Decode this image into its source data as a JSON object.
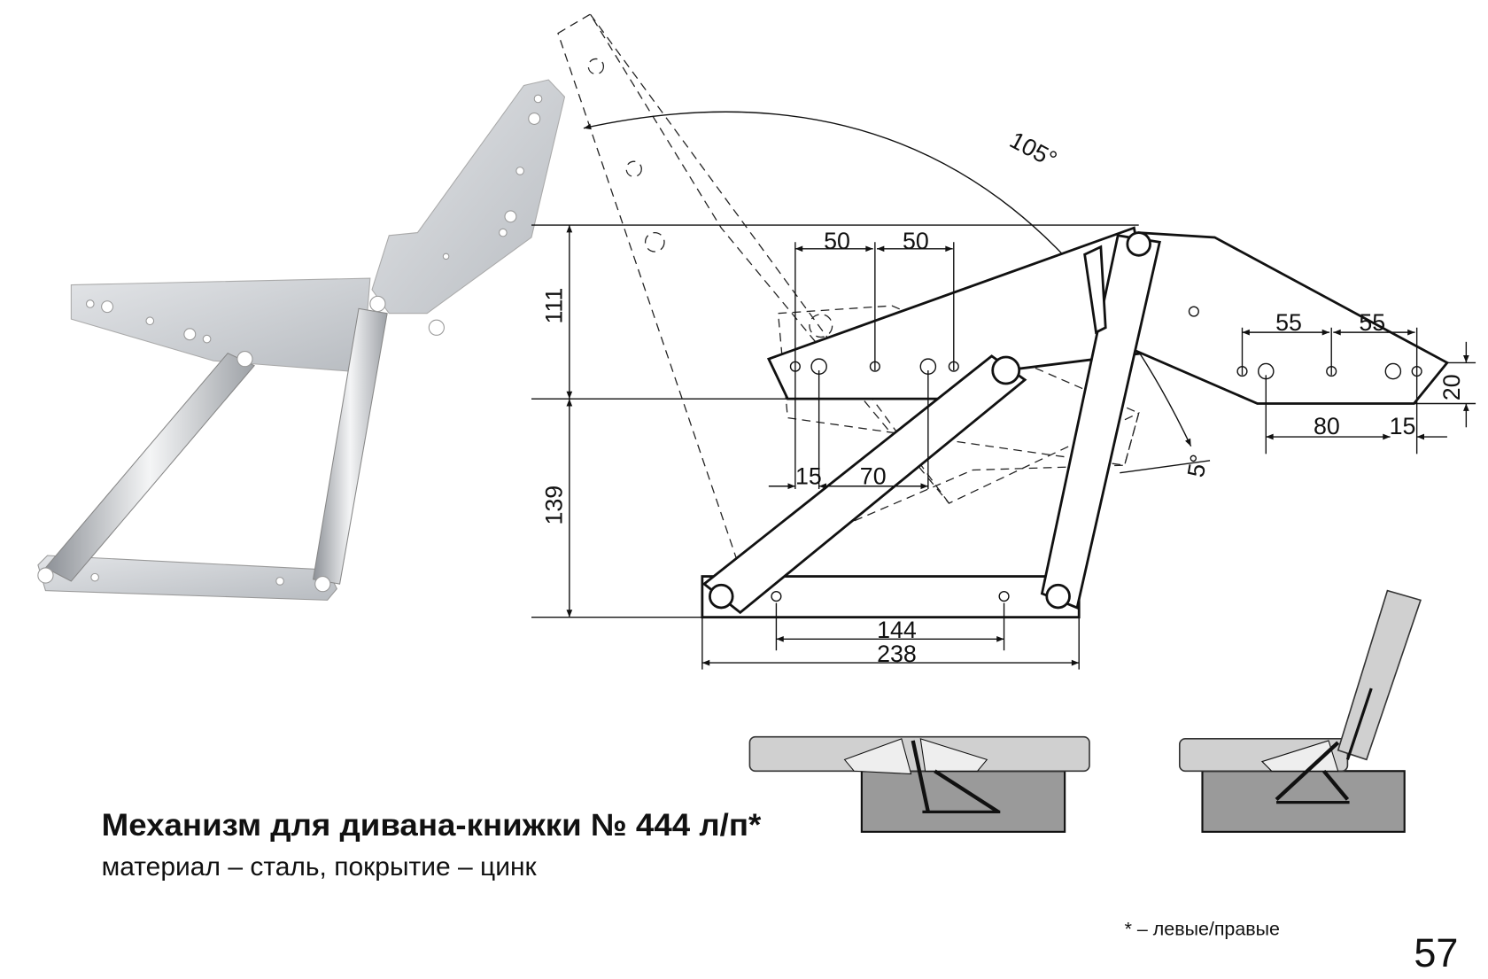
{
  "product": {
    "title": "Механизм для дивана-книжки № 444 л/п*",
    "subtitle": "материал – сталь, покрытие – цинк",
    "footnote": "* – левые/правые",
    "page_number": "57"
  },
  "drawing": {
    "angle_open": "105°",
    "angle_tilt": "5°",
    "height_upper": "111",
    "height_lower": "139",
    "top_left_spacing_1": "50",
    "top_left_spacing_2": "50",
    "top_right_spacing_1": "55",
    "top_right_spacing_2": "55",
    "right_plate_length": "80",
    "right_plate_offset": "15",
    "right_plate_height": "20",
    "left_plate_offset": "15",
    "left_plate_spacing": "70",
    "base_hole_spacing": "144",
    "base_length": "238"
  },
  "colors": {
    "line": "#111111",
    "photo_metal": "#c9ccd0",
    "cushion": "#d0d0d0",
    "sofa_base": "#9a9a9a"
  }
}
